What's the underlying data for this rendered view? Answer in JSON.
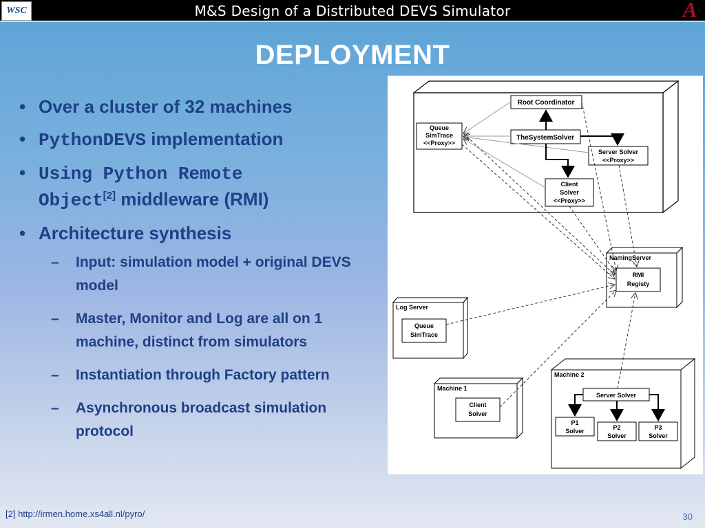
{
  "header": {
    "title": "M&S Design of a Distributed DEVS Simulator",
    "logo_left": "WSC",
    "logo_right": "A"
  },
  "heading": "DEPLOYMENT",
  "bullets": {
    "b1": "Over a cluster of 32 machines",
    "b2_mono": "PythonDEVS",
    "b2_rest": "implementation",
    "b3_mono_a": "Using Python Remote",
    "b3_mono_b": "Object",
    "b3_sup": "[2]",
    "b3_rest": "middleware (RMI)",
    "b4": "Architecture synthesis",
    "sub": [
      "Input: simulation model + original DEVS model",
      "Master, Monitor and Log are all on 1 machine, distinct from simulators",
      "Instantiation through Factory pattern",
      "Asynchronous broadcast simulation protocol"
    ]
  },
  "diagram": {
    "root_coordinator": "Root Coordinator",
    "system_solver": "TheSystemSolver",
    "queue_line1": "Queue",
    "queue_line2": "SimTrace",
    "queue_line3": "<<Proxy>>",
    "server_proxy_line1": "Server Solver",
    "server_proxy_line2": "<<Proxy>>",
    "client_proxy_line1": "Client",
    "client_proxy_line2": "Solver",
    "client_proxy_line3": "<<Proxy>>",
    "naming_server": "NamingServer",
    "rmi_line1": "RMI",
    "rmi_line2": "Registy",
    "log_server": "Log Server",
    "log_queue_line1": "Queue",
    "log_queue_line2": "SimTrace",
    "machine1": "Machine 1",
    "m1_client_line1": "Client",
    "m1_client_line2": "Solver",
    "machine2": "Machine 2",
    "m2_server": "Server Solver",
    "p1_line1": "P1",
    "p1_line2": "Solver",
    "p2_line1": "P2",
    "p2_line2": "Solver",
    "p3_line1": "P3",
    "p3_line2": "Solver"
  },
  "footer": {
    "reference": "[2] http://irmen.home.xs4all.nl/pyro/",
    "page_number": "30"
  }
}
